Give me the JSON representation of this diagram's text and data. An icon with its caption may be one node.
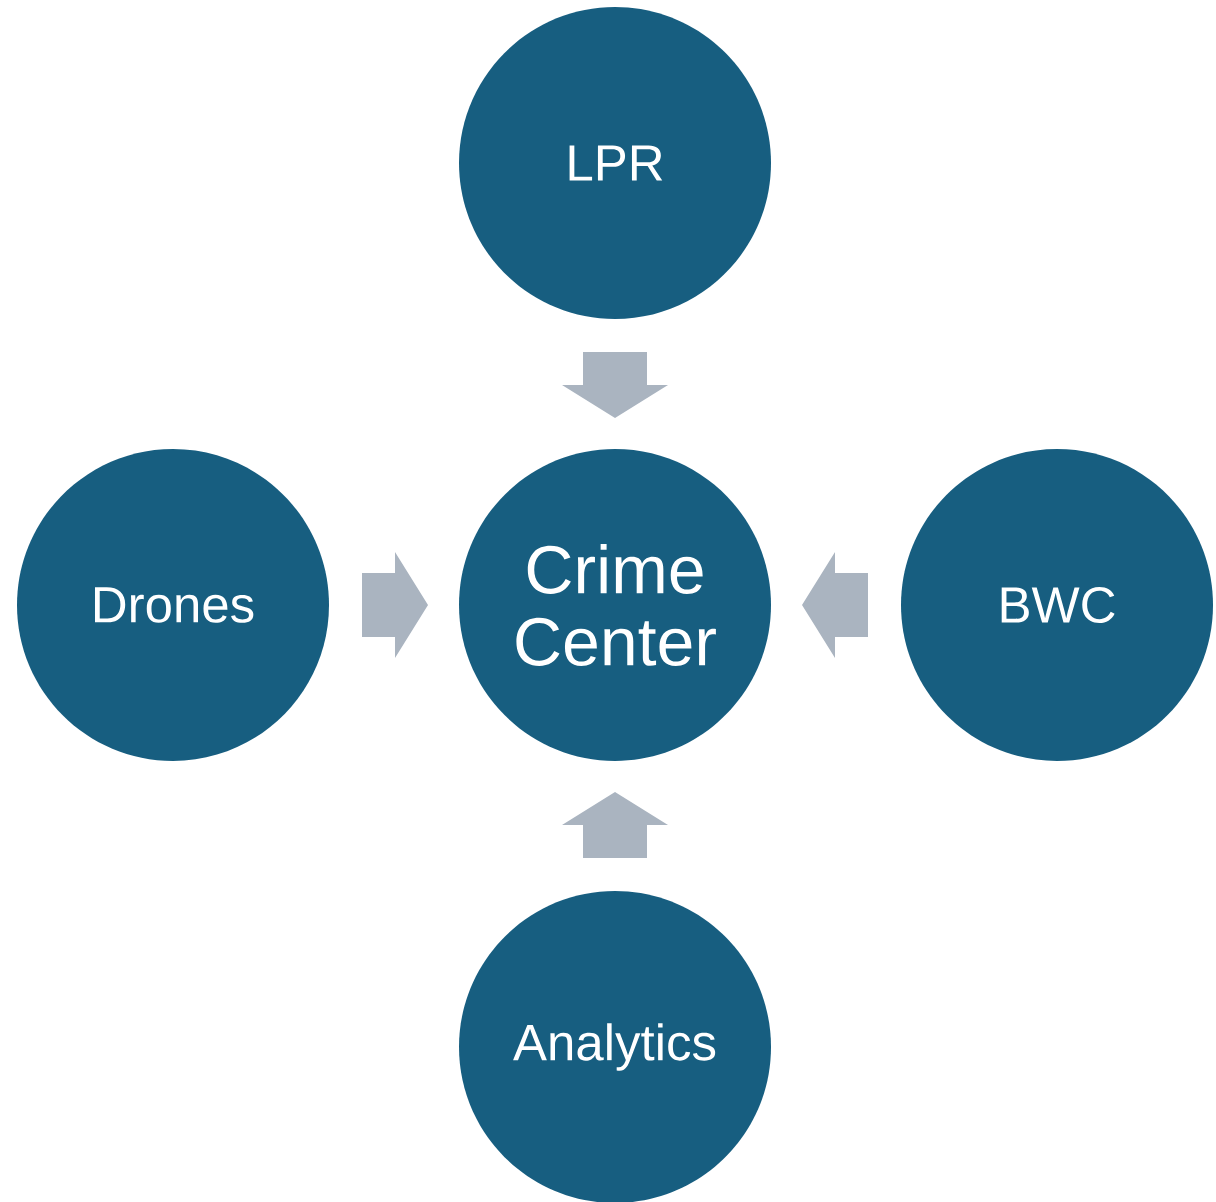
{
  "diagram": {
    "nodes": [
      {
        "text": [
          "LPR"
        ]
      },
      {
        "text": [
          "Drones"
        ]
      },
      {
        "text": [
          "Crime Center"
        ]
      },
      {
        "text": [
          "BWC"
        ]
      },
      {
        "text": [
          "Analytics"
        ]
      }
    ],
    "edges": [
      {
        "from": 0,
        "to": 2,
        "arrow": "to"
      },
      {
        "from": 1,
        "to": 2,
        "arrow": "to"
      },
      {
        "from": 3,
        "to": 2,
        "arrow": "to"
      },
      {
        "from": 4,
        "to": 2,
        "arrow": "to"
      }
    ]
  }
}
